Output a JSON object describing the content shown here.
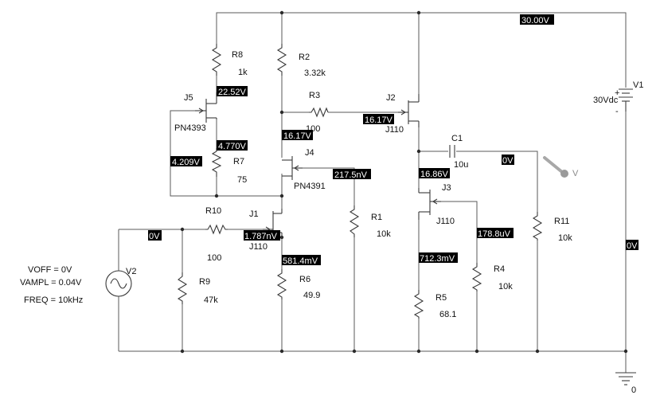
{
  "components": {
    "R8": {
      "name": "R8",
      "value": "1k"
    },
    "R2": {
      "name": "R2",
      "value": "3.32k"
    },
    "R3": {
      "name": "R3",
      "value": "100"
    },
    "R7": {
      "name": "R7",
      "value": "75"
    },
    "R10": {
      "name": "R10",
      "value": "100"
    },
    "R9": {
      "name": "R9",
      "value": "47k"
    },
    "R6": {
      "name": "R6",
      "value": "49.9"
    },
    "R1": {
      "name": "R1",
      "value": "10k"
    },
    "R5": {
      "name": "R5",
      "value": "68.1"
    },
    "R4": {
      "name": "R4",
      "value": "10k"
    },
    "R11": {
      "name": "R11",
      "value": "10k"
    },
    "C1": {
      "name": "C1",
      "value": "10u"
    },
    "J1": {
      "name": "J1",
      "model": "J110"
    },
    "J2": {
      "name": "J2",
      "model": "J110"
    },
    "J3": {
      "name": "J3",
      "model": "J110"
    },
    "J4": {
      "name": "J4",
      "model": "PN4391"
    },
    "J5": {
      "name": "J5",
      "model": "PN4393"
    },
    "V1": {
      "name": "V1",
      "value": "30Vdc",
      "plus": "+",
      "minus": "-"
    },
    "V2": {
      "name": "V2",
      "voff": "VOFF = 0V",
      "vampl": "VAMPL = 0.04V",
      "freq": "FREQ = 10kHz"
    },
    "GND": {
      "name": "0"
    }
  },
  "voltages": {
    "supply": "30.00V",
    "j5_source": "22.52V",
    "j5_drain_r7": "4.770V",
    "j5_gate": "4.209V",
    "j4_drain": "16.17V",
    "j2_gate": "16.17V",
    "j4_gate": "217.5nV",
    "j1_gate": "1.787nV",
    "j1_source": "581.4mV",
    "input": "0V",
    "j2_source": "16.86V",
    "output": "0V",
    "j3_gate": "178.8uV",
    "j3_source": "712.3mV",
    "v1_node": "0V"
  },
  "probe": {
    "label": "V"
  }
}
